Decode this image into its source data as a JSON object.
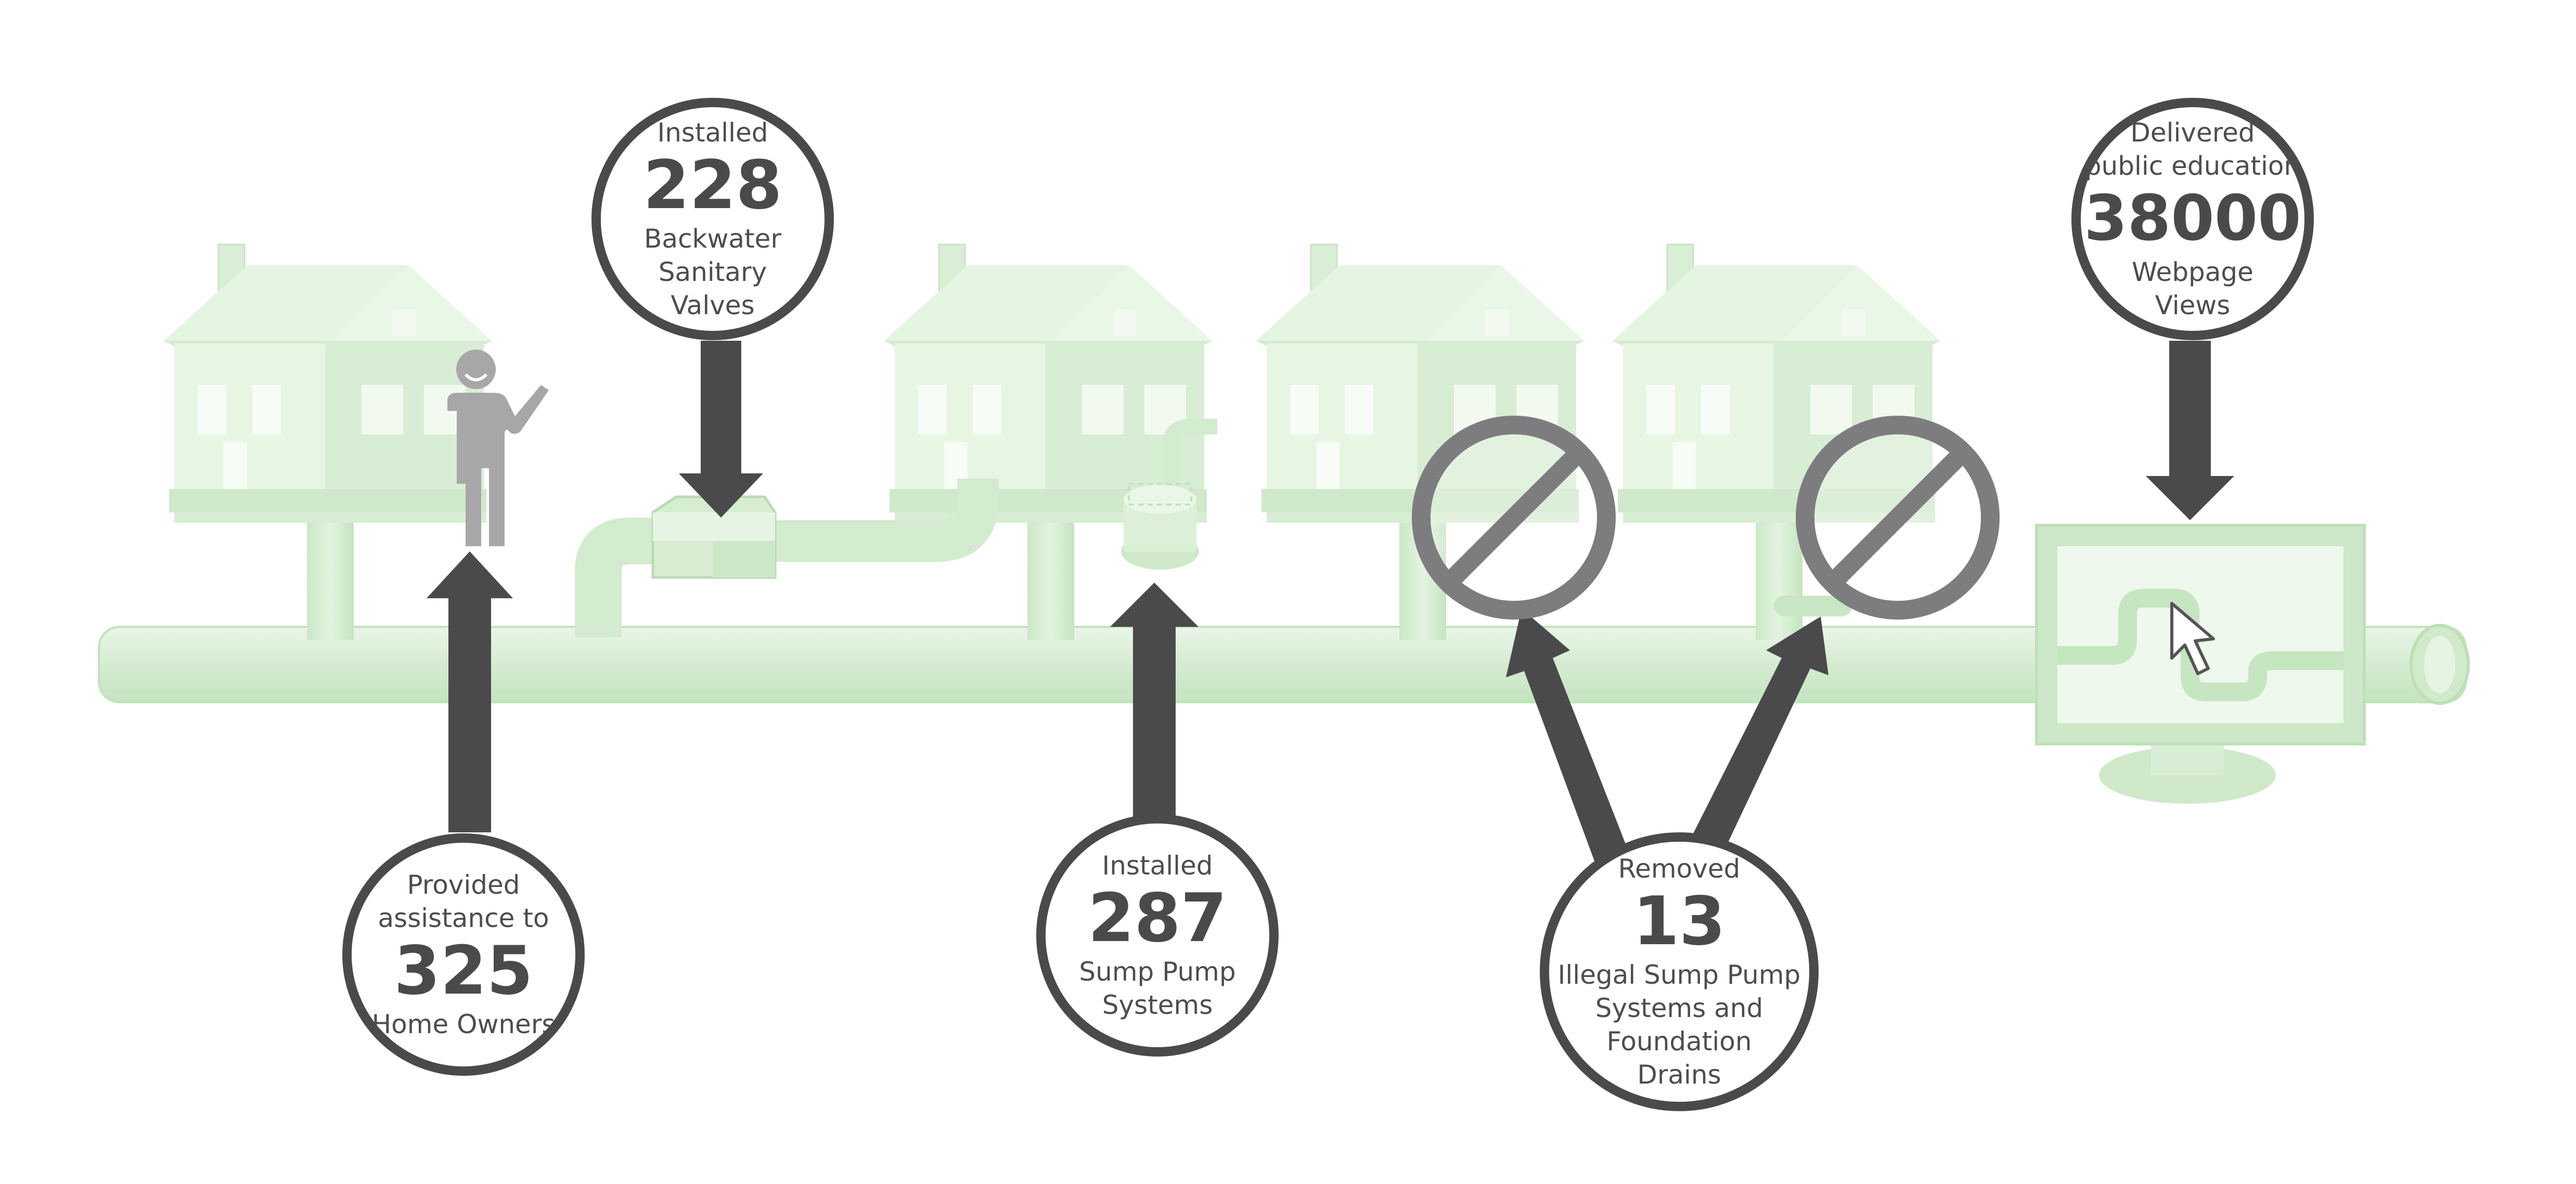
{
  "colors": {
    "pipe": "#d5ecd1",
    "pipe_stroke": "#b9dfb3",
    "house": "#dff2dc",
    "house_shade": "#cbe8c6",
    "arrow": "#4a4a4c",
    "bubble_border": "#4a4a4c",
    "text": "#4d4d4f",
    "prohibition": "#7d7d7f"
  },
  "icons": [
    "house-icon",
    "person-icon",
    "backwater-valve-icon",
    "sump-pump-icon",
    "prohibition-icon",
    "monitor-icon",
    "cursor-icon"
  ],
  "stats": [
    {
      "id": "homeowners",
      "lines_before": [
        "Provided",
        "assistance to"
      ],
      "number": "325",
      "lines_after": [
        "Home Owners"
      ]
    },
    {
      "id": "backwater",
      "lines_before": [
        "Installed"
      ],
      "number": "228",
      "lines_after": [
        "Backwater",
        "Sanitary",
        "Valves"
      ]
    },
    {
      "id": "sump",
      "lines_before": [
        "Installed"
      ],
      "number": "287",
      "lines_after": [
        "Sump Pump",
        "Systems"
      ]
    },
    {
      "id": "removed",
      "lines_before": [
        "Removed"
      ],
      "number": "13",
      "lines_after": [
        "Illegal Sump Pump",
        "Systems and",
        "Foundation",
        "Drains"
      ]
    },
    {
      "id": "education",
      "lines_before": [
        "Delivered",
        "public education"
      ],
      "number": "38000",
      "lines_after": [
        "Webpage",
        "Views"
      ]
    }
  ]
}
